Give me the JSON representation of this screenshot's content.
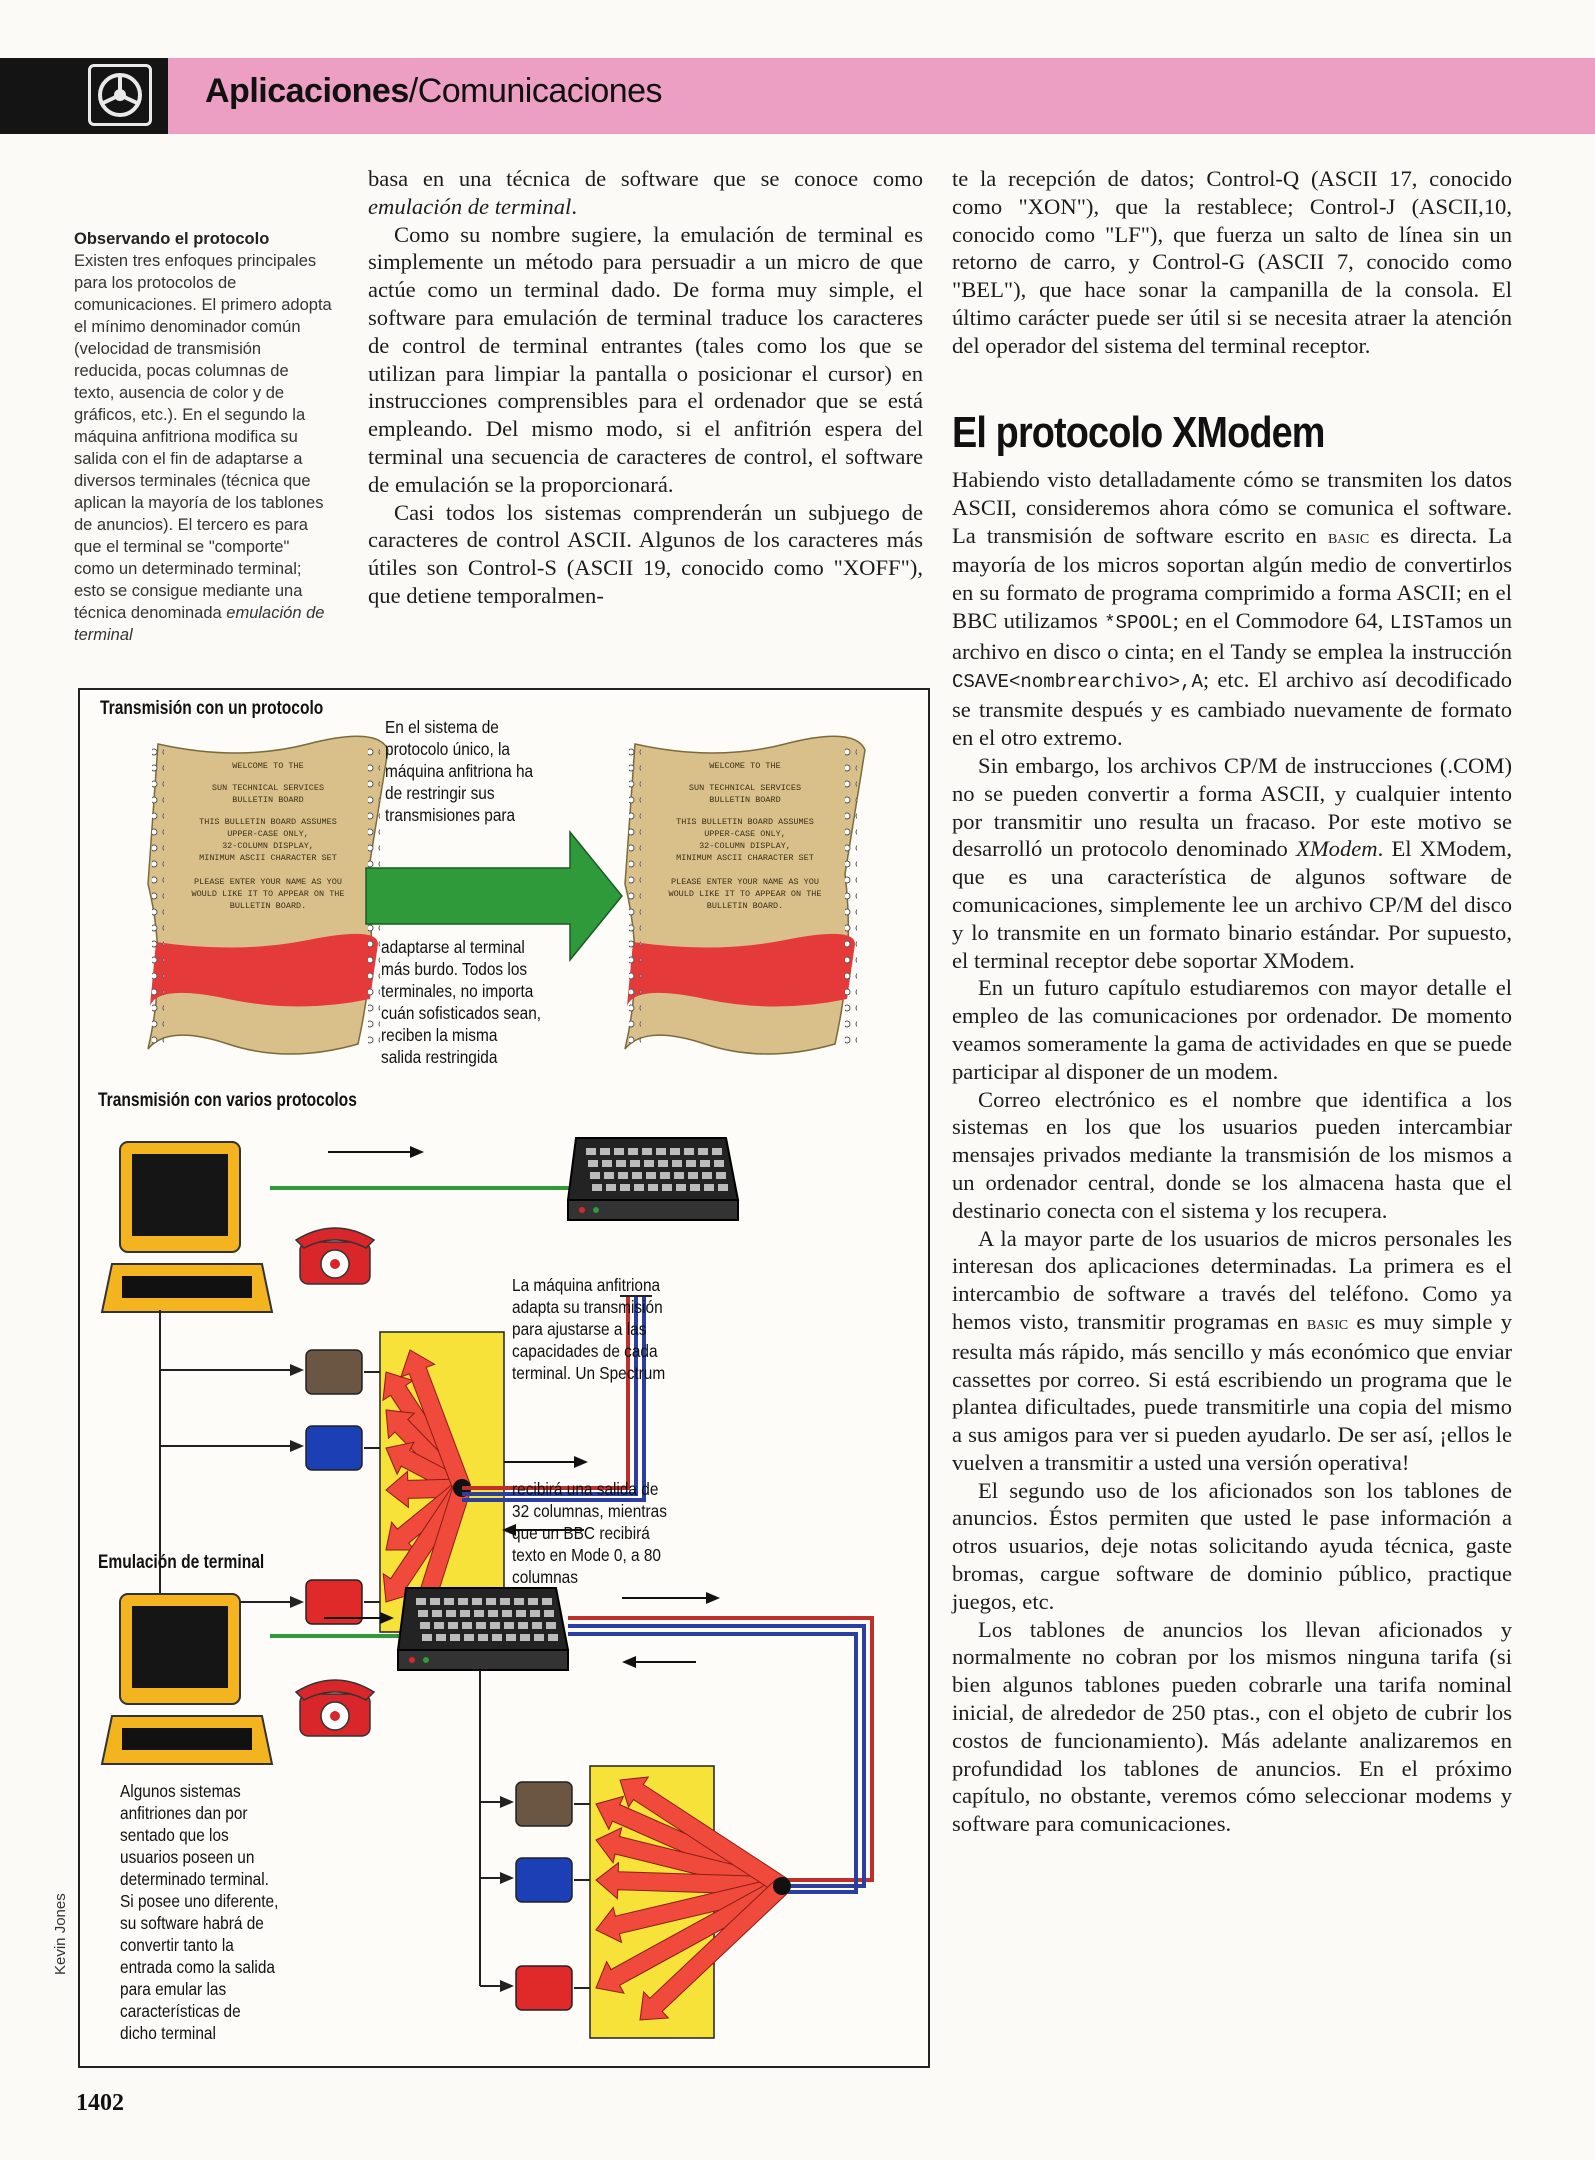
{
  "header": {
    "section": "Aplicaciones",
    "subsection": "/Comunicaciones",
    "bar_color": "#ec9fc2",
    "icon": "steering-wheel-icon"
  },
  "sidebar": {
    "title": "Observando el protocolo",
    "body": "Existen tres enfoques principales para los protocolos de comunicaciones. El primero adopta el mínimo denominador común (velocidad de transmisión reducida, pocas columnas de texto, ausencia de color y de gráficos, etc.). En el segundo la máquina anfitriona modifica su salida con el fin de adaptarse a diversos terminales (técnica que aplican la mayoría de los tablones de anuncios). El tercero es para que el terminal se \"comporte\" como un determinado terminal; esto se consigue mediante una técnica denominada ",
    "body_em": "emulación de terminal"
  },
  "col1": {
    "p1a": "basa en una técnica de software que se conoce como ",
    "p1em": "emulación de terminal",
    "p1b": ".",
    "p2": "Como su nombre sugiere, la emulación de terminal es simplemente un método para persuadir a un micro de que actúe como un terminal dado. De forma muy simple, el software para emulación de terminal traduce los caracteres de control de terminal entrantes (tales como los que se utilizan para limpiar la pantalla o posicionar el cursor) en instrucciones comprensibles para el ordenador que se está empleando. Del mismo modo, si el anfitrión espera del terminal una secuencia de caracteres de control, el software de emulación se la proporcionará.",
    "p3": "Casi todos los sistemas comprenderán un subjuego de caracteres de control ASCII. Algunos de los caracteres más útiles son Control-S (ASCII 19, conocido como \"XOFF\"), que detiene temporalmen-"
  },
  "col2": {
    "p0": "te la recepción de datos; Control-Q (ASCII 17, conocido como \"XON\"), que la restablece; Control-J (ASCII,10, conocido como \"LF\"), que fuerza un salto de línea sin un retorno de carro, y Control-G (ASCII 7, conocido como \"BEL\"), que hace sonar la campanilla de la consola. El último carácter puede ser útil si se necesita atraer la atención del operador del sistema del terminal receptor.",
    "heading": "El protocolo XModem",
    "p1a": "Habiendo visto detalladamente cómo se transmiten los datos ASCII, consideremos ahora cómo se comunica el software. La transmisión de software escrito en ",
    "basic": "basic",
    "p1b": " es directa. La mayoría de los micros soportan algún medio de convertirlos en su formato de programa comprimido a forma ASCII; en el BBC utilizamos ",
    "spool": "*SPOOL",
    "p1c": "; en el Commodore 64, ",
    "list": "LIST",
    "p1d": "amos un archivo en disco o cinta; en el Tandy se emplea la instrucción ",
    "csave": "CSAVE<nombrearchivo>,A",
    "p1e": "; etc. El archivo así decodificado se transmite después y es cambiado nuevamente de formato en el otro extremo.",
    "p2a": "Sin embargo, los archivos CP/M de instrucciones (.COM) no se pueden convertir a forma ASCII, y cualquier intento por transmitir uno resulta un fracaso. Por este motivo se desarrolló un protocolo denominado ",
    "p2em": "XModem",
    "p2b": ". El XModem, que es una característica de algunos software de comunicaciones, simplemente lee un archivo CP/M del disco y lo transmite en un formato binario estándar. Por supuesto, el terminal receptor debe soportar XModem.",
    "p3": "En un futuro capítulo estudiaremos con mayor detalle el empleo de las comunicaciones por ordenador. De momento veamos someramente la gama de actividades en que se puede participar al disponer de un modem.",
    "p4": "Correo electrónico es el nombre que identifica a los sistemas en los que los usuarios pueden intercambiar mensajes privados mediante la transmisión de los mismos a un ordenador central, donde se los almacena hasta que el destinario conecta con el sistema y los recupera.",
    "p5a": "A la mayor parte de los usuarios de micros personales les interesan dos aplicaciones determinadas. La primera es el intercambio de software a través del teléfono. Como ya hemos visto, transmitir programas en ",
    "p5b": " es muy simple y resulta más rápido, más sencillo y más económico que enviar cassettes por correo. Si está escribiendo un programa que le plantea dificultades, puede transmitirle una copia del mismo a sus amigos para ver si pueden ayudarlo. De ser así, ¡ellos le vuelven a transmitir a usted una versión operativa!",
    "p6": "El segundo uso de los aficionados son los tablones de anuncios. Éstos permiten que usted le pase información a otros usuarios, deje notas solicitando ayuda técnica, gaste bromas, cargue software de dominio público, practique juegos, etc.",
    "p7": "Los tablones de anuncios los llevan aficionados y normalmente no cobran por los mismos ninguna tarifa (si bien algunos tablones pueden cobrarle una tarifa nominal inicial, de alrededor de 250 ptas., con el objeto de cubrir los costos de funcionamiento). Más adelante analizaremos en profundidad los tablones de anuncios. En el próximo capítulo, no obstante, veremos cómo seleccionar modems y software para comunicaciones."
  },
  "figure": {
    "sec1_title": "Transmisión con un protocolo",
    "sec1_text_top": "En el sistema de protocolo único, la máquina anfitriona ha de restringir sus transmisiones para",
    "sec1_text_bottom": "adaptarse al terminal más burdo. Todos los terminales, no importa cuán sofisticados sean, reciben la misma salida restringida",
    "sec2_title": "Transmisión con varios protocolos",
    "sec2_text_top": "La máquina anfitriona adapta su transmisión para ajustarse a las capacidades de cada terminal. Un Spectrum",
    "sec2_text_bottom": "recibirá una salida de 32 columnas, mientras que un BBC recibirá texto en Mode 0, a 80 columnas",
    "sec3_title": "Emulación de terminal",
    "sec3_text": "Algunos sistemas anfitriones dan por sentado que los usuarios poseen un determinado terminal. Si posee uno diferente, su software habrá de convertir tanto la entrada como la salida para emular las características de dicho terminal",
    "paper_lines": [
      "WELCOME TO THE",
      "SUN TECHNICAL SERVICES",
      "BULLETIN BOARD",
      "THIS BULLETIN BOARD ASSUMES",
      "UPPER-CASE ONLY,",
      "32-COLUMN DISPLAY,",
      "MINIMUM ASCII CHARACTER SET",
      "PLEASE ENTER YOUR NAME AS YOU",
      "WOULD LIKE IT TO APPEAR ON THE",
      "BULLETIN BOARD."
    ],
    "colors": {
      "arrow_green": "#2e9a3a",
      "paper": "#d9c08a",
      "paper_red": "#e53a3a",
      "router_yellow": "#f7e23a",
      "wire_red": "#c0302a",
      "wire_blue": "#2a3fa0"
    }
  },
  "credit": "Kevin Jones",
  "page_number": "1402"
}
